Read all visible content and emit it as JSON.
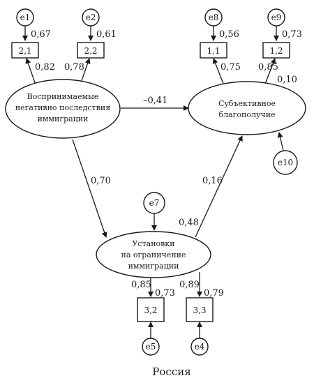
{
  "diagram": {
    "caption": "Россия",
    "latents": [
      {
        "id": "perceived",
        "lines": [
          "Воспринимаемые",
          "негативно последствия",
          "иммиграции"
        ]
      },
      {
        "id": "wellbeing",
        "lines": [
          "Субъективное",
          "благополучие"
        ]
      },
      {
        "id": "attitudes",
        "lines": [
          "Установки",
          "на ограничение",
          "иммиграции"
        ]
      }
    ],
    "indicators": [
      {
        "id": "i21",
        "label": "2,1"
      },
      {
        "id": "i22",
        "label": "2,2"
      },
      {
        "id": "i11",
        "label": "1,1"
      },
      {
        "id": "i12",
        "label": "1,2"
      },
      {
        "id": "i32",
        "label": "3,2"
      },
      {
        "id": "i33",
        "label": "3,3"
      }
    ],
    "errors": [
      {
        "id": "e1",
        "label": "e1"
      },
      {
        "id": "e2",
        "label": "e2"
      },
      {
        "id": "e8",
        "label": "e8"
      },
      {
        "id": "e9",
        "label": "e9"
      },
      {
        "id": "e7",
        "label": "e7"
      },
      {
        "id": "e10",
        "label": "e10"
      },
      {
        "id": "e5",
        "label": "e5"
      },
      {
        "id": "e4",
        "label": "e4"
      }
    ],
    "coefficients": [
      {
        "id": "r21",
        "label": "0,67"
      },
      {
        "id": "r22",
        "label": "0,61"
      },
      {
        "id": "r11",
        "label": "0,56"
      },
      {
        "id": "r12",
        "label": "0,73"
      },
      {
        "id": "l21",
        "label": "0,82"
      },
      {
        "id": "l22",
        "label": "0,78"
      },
      {
        "id": "l11",
        "label": "0,75"
      },
      {
        "id": "l12",
        "label": "0,85"
      },
      {
        "id": "rwell",
        "label": "0,10"
      },
      {
        "id": "pw",
        "label": "–0,41"
      },
      {
        "id": "pa",
        "label": "0,70"
      },
      {
        "id": "aw",
        "label": "0,16"
      },
      {
        "id": "ratt",
        "label": "0,48"
      },
      {
        "id": "l32",
        "label": "0,85"
      },
      {
        "id": "r32",
        "label": "0,73"
      },
      {
        "id": "l33",
        "label": "0,89"
      },
      {
        "id": "r33",
        "label": "0,79"
      }
    ]
  }
}
